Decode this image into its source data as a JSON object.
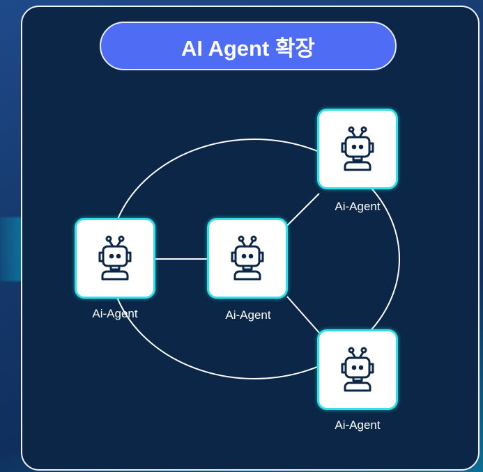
{
  "title": "AI Agent 확장",
  "colors": {
    "panel": "#0b2646",
    "pill": "#4f6cf4",
    "node_border": "#2fe0e8",
    "icon": "#0b2646"
  },
  "nodes": [
    {
      "id": "left",
      "label": "Ai-Agent",
      "icon": "robot-icon"
    },
    {
      "id": "center",
      "label": "Ai-Agent",
      "icon": "robot-icon"
    },
    {
      "id": "top-right",
      "label": "Ai-Agent",
      "icon": "robot-icon"
    },
    {
      "id": "bottom-right",
      "label": "Ai-Agent",
      "icon": "robot-icon"
    }
  ]
}
